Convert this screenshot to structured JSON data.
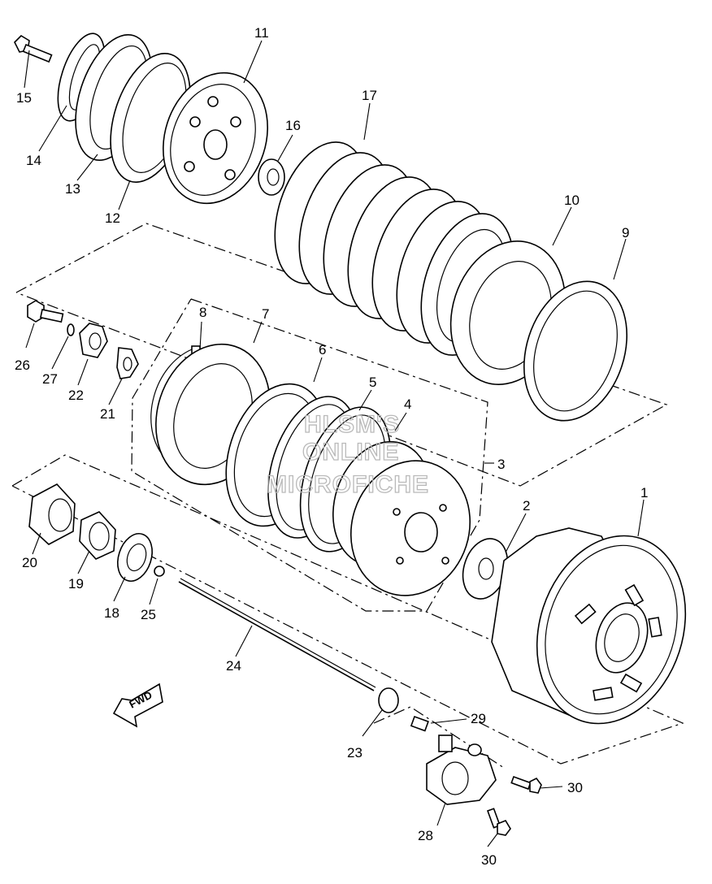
{
  "labels": {
    "p1": "1",
    "p2": "2",
    "p3": "3",
    "p4": "4",
    "p5": "5",
    "p6": "6",
    "p7": "7",
    "p8": "8",
    "p9": "9",
    "p10": "10",
    "p11": "11",
    "p12": "12",
    "p13": "13",
    "p14": "14",
    "p15": "15",
    "p16": "16",
    "p17": "17",
    "p18": "18",
    "p19": "19",
    "p20": "20",
    "p21": "21",
    "p22": "22",
    "p23": "23",
    "p24": "24",
    "p25": "25",
    "p26": "26",
    "p27": "27",
    "p28": "28",
    "p29": "29",
    "p30a": "30",
    "p30b": "30"
  },
  "fwd": "FWD",
  "watermark": [
    "HLSM'S",
    "ONLINE",
    "MICROFICHE"
  ]
}
